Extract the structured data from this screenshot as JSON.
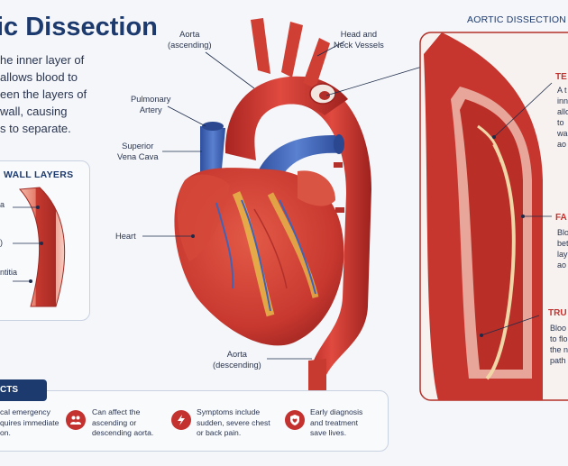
{
  "page": {
    "title": "ic Dissection",
    "intro_lines": [
      "he inner layer of",
      "allows blood to",
      "een the layers of",
      "wall, causing",
      "s to separate."
    ]
  },
  "wall_layers": {
    "title": "WALL LAYERS",
    "labels": [
      "a",
      ")",
      "ntitia"
    ]
  },
  "heart_labels": {
    "aorta_ascending": [
      "Aorta",
      "(ascending)"
    ],
    "head_neck": [
      "Head and",
      "Neck Vessels"
    ],
    "pulmonary_artery": [
      "Pulmonary",
      "Artery"
    ],
    "superior_vena_cava": [
      "Superior",
      "Vena Cava"
    ],
    "heart": "Heart",
    "aorta_descending": [
      "Aorta",
      "(descending)"
    ]
  },
  "zoom": {
    "title": "AORTIC DISSECTION",
    "items": [
      {
        "title": "TE",
        "lines": [
          "A t",
          "inn",
          "allo",
          "to",
          "wal",
          "ao"
        ]
      },
      {
        "title": "FA",
        "lines": [
          "Blo",
          "bet",
          "lay",
          "ao"
        ]
      },
      {
        "title": "TRU",
        "lines": [
          "Bloo",
          "to flo",
          "the n",
          "path"
        ]
      }
    ]
  },
  "facts": {
    "tab_label": "CTS",
    "items": [
      {
        "icon": "none",
        "lines": [
          "cal emergency",
          "quires immediate",
          "on."
        ]
      },
      {
        "icon": "people-icon",
        "lines": [
          "Can affect the",
          "ascending or",
          "descending aorta."
        ]
      },
      {
        "icon": "lightning-icon",
        "lines": [
          "Symptoms include",
          "sudden, severe chest",
          "or back pain."
        ]
      },
      {
        "icon": "shield-heart-icon",
        "lines": [
          "Early diagnosis",
          "and treatment",
          "save lives."
        ]
      }
    ]
  },
  "colors": {
    "accent_red": "#c4322f",
    "navy": "#1c3a6e",
    "vein_blue": "#3f63b8",
    "fat_yellow": "#e6b84a"
  }
}
